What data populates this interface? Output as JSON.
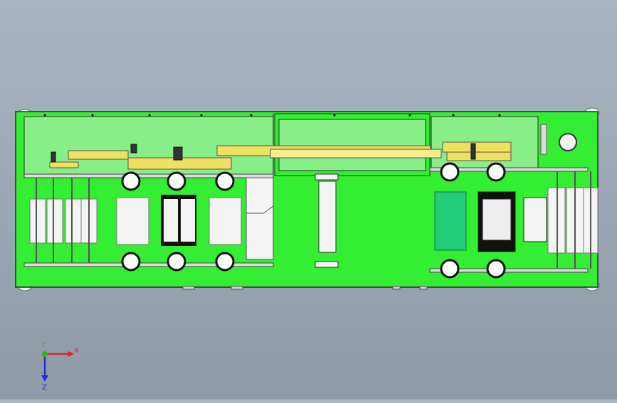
{
  "viewport": {
    "background_top": "#a9b4c2",
    "background_bottom": "#8f9aa8"
  },
  "machine": {
    "frame_color": "#33ee33",
    "upper_panel_color": "#88ee88",
    "belt_color": "#f0e060",
    "roller_color": "#f4f4f4",
    "accent_roller_color": "#22cc77"
  },
  "triad": {
    "x_label": "X",
    "y_label": "Y",
    "z_label": "Z",
    "x_color": "#e02020",
    "y_color": "#20c020",
    "z_color": "#2030d0"
  }
}
